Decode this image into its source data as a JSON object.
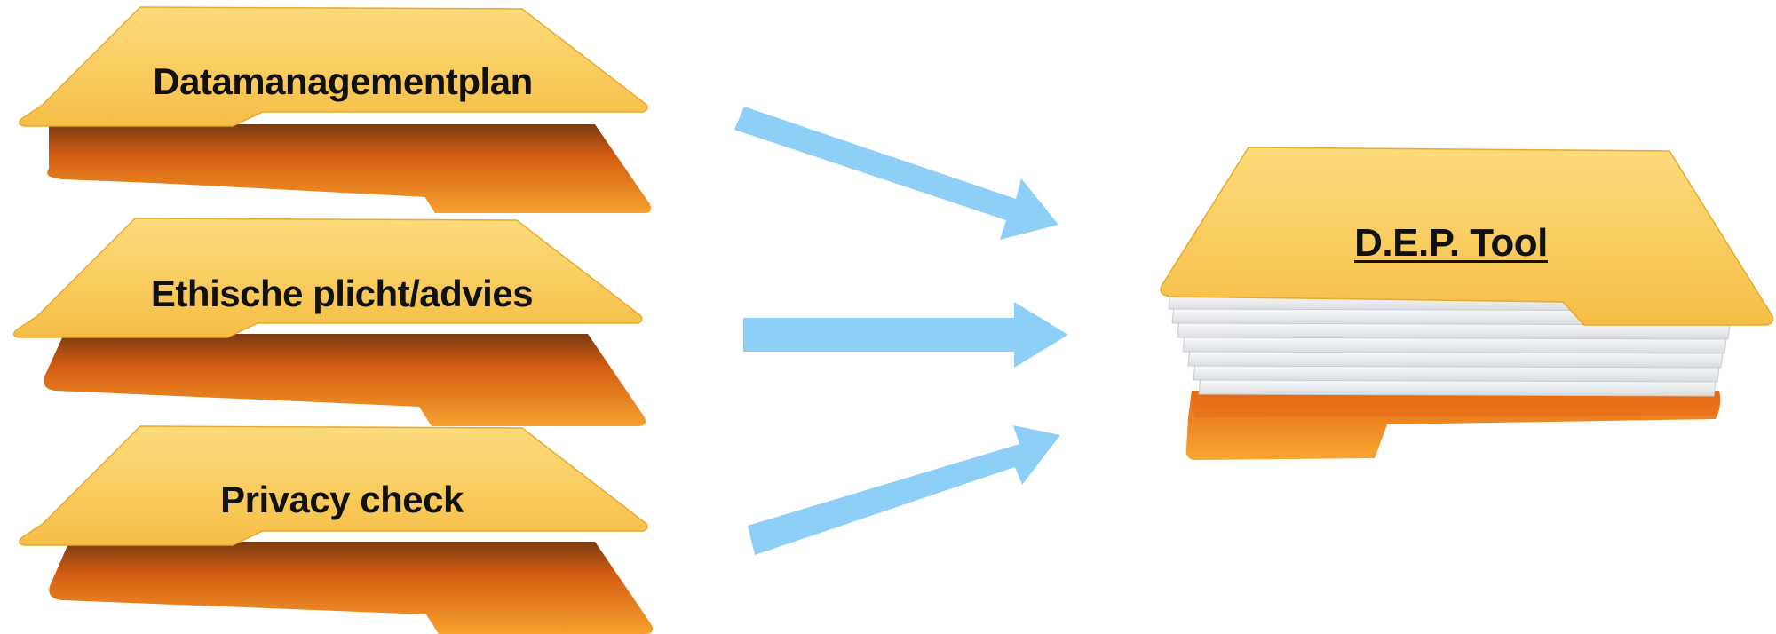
{
  "diagram": {
    "sources": [
      {
        "label": "Datamanagementplan"
      },
      {
        "label": "Ethische plicht/advies"
      },
      {
        "label": "Privacy check"
      }
    ],
    "target": {
      "label": "D.E.P. Tool"
    },
    "colors": {
      "folder_front_light": "#FAD26A",
      "folder_front_dark": "#F5B83E",
      "folder_back_light": "#F79A2A",
      "folder_back_dark": "#D45A10",
      "arrow": "#8ECFF7",
      "paper": "#F3F4F6",
      "text": "#111111"
    },
    "icons": [
      "folder-icon",
      "arrow-icon",
      "paper-stack-icon"
    ]
  }
}
